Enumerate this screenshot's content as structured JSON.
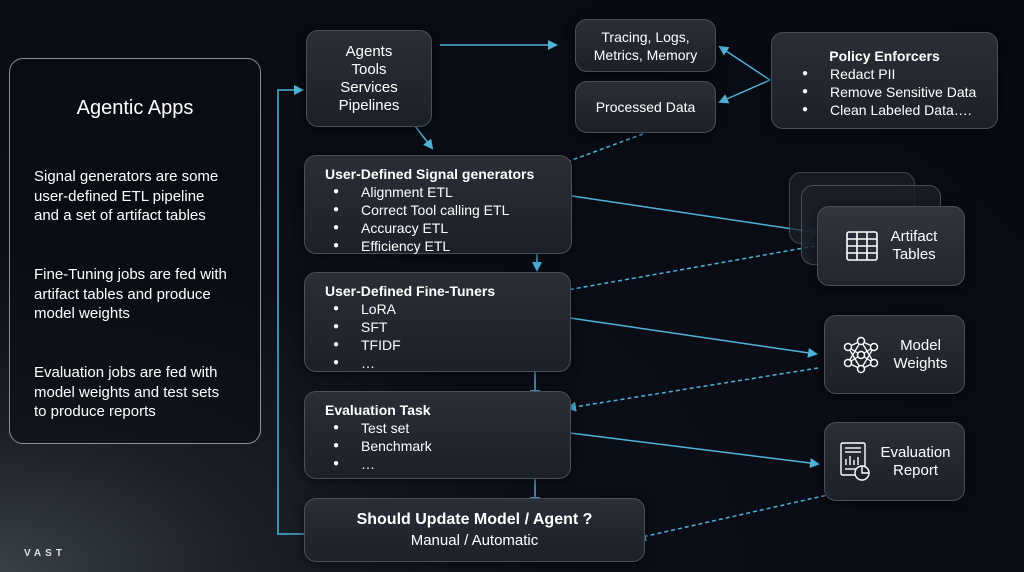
{
  "left_panel": {
    "heading": "Agentic Apps",
    "paragraphs": [
      [
        "Signal generators are some",
        "user-defined ETL pipeline",
        "and a set of artifact tables"
      ],
      [
        "Fine-Tuning jobs are fed with",
        "artifact tables and produce",
        "model weights"
      ],
      [
        "Evaluation jobs are fed with",
        "model weights and test sets",
        "to produce reports"
      ]
    ]
  },
  "agents_box": {
    "lines": [
      "Agents",
      "Tools",
      "Services",
      "Pipelines"
    ]
  },
  "tracing_box": {
    "lines": [
      "Tracing, Logs,",
      "Metrics, Memory"
    ]
  },
  "processed_box": {
    "label": "Processed Data"
  },
  "policy_box": {
    "title": "Policy Enforcers",
    "items": [
      "Redact PII",
      "Remove Sensitive Data",
      "Clean Labeled Data…."
    ]
  },
  "signal_box": {
    "title": "User-Defined Signal generators",
    "items": [
      "Alignment ETL",
      "Correct Tool calling ETL",
      "Accuracy ETL",
      "Efficiency ETL"
    ]
  },
  "finetuners_box": {
    "title": "User-Defined Fine-Tuners",
    "items": [
      "LoRA",
      "SFT",
      "TFIDF",
      "…"
    ]
  },
  "evaltask_box": {
    "title": "Evaluation Task",
    "items": [
      "Test set",
      "Benchmark",
      "…"
    ]
  },
  "update_box": {
    "title": "Should Update Model / Agent ?",
    "subtitle": "Manual / Automatic"
  },
  "artifact_box": {
    "lines": [
      "Artifact",
      "Tables"
    ],
    "icon": "table-grid-icon"
  },
  "weights_box": {
    "lines": [
      "Model",
      "Weights"
    ],
    "icon": "neural-network-icon"
  },
  "report_box": {
    "lines": [
      "Evaluation",
      "Report"
    ],
    "icon": "report-chart-icon"
  },
  "logo": "VAST",
  "colors": {
    "arrow": "#4fb3d9",
    "box_border": "#4a4f58"
  }
}
